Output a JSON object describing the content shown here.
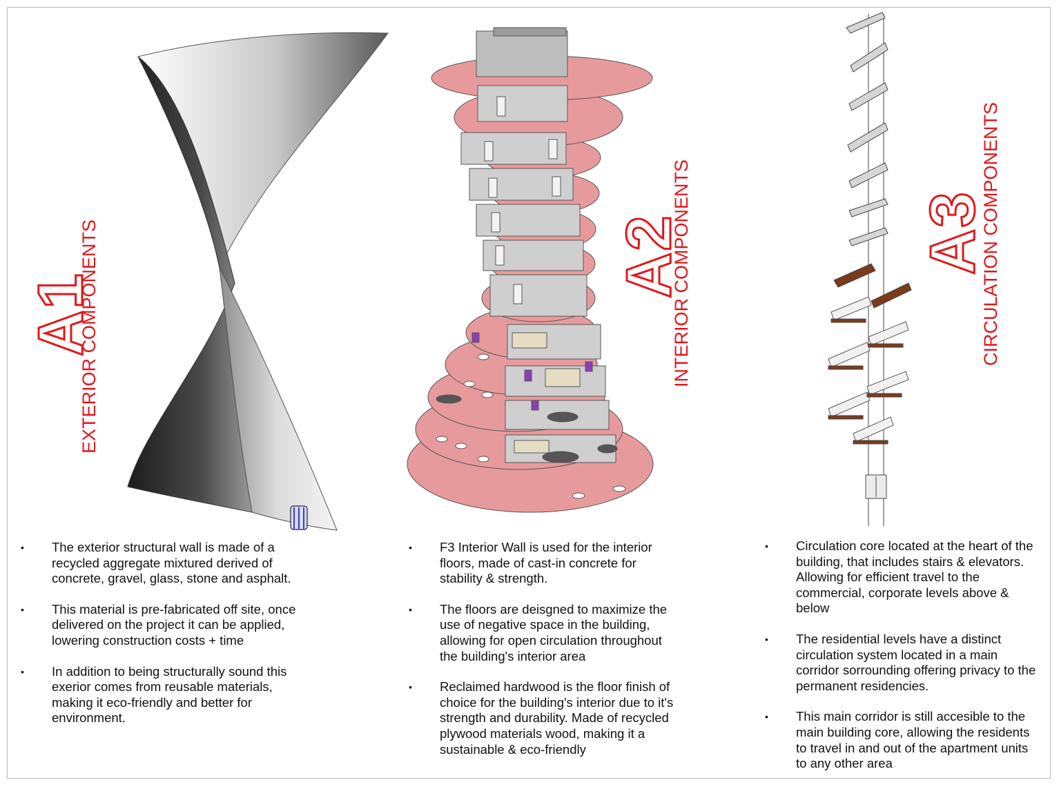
{
  "sections": [
    {
      "code": "A1",
      "title": "EXTERIOR COMPONENTS",
      "bullets": [
        "The exterior structural wall is made of a recycled aggregate mixtured derived of concrete, gravel, glass, stone and asphalt.",
        "This material is pre-fabricated off site, once delivered on the project it can be applied, lowering  construction costs + time",
        "In addition to being structurally sound this exerior comes from reusable materials, making it eco-friendly and better for environment."
      ]
    },
    {
      "code": "A2",
      "title": "INTERIOR COMPONENTS",
      "bullets": [
        "F3 Interior Wall is used for the interior floors, made of cast-in concrete for stability & strength.",
        "The floors are deisgned to maximize the use of negative space in the building, allowing for open circulation throughout the building's interior area",
        "Reclaimed hardwood is the floor finish of choice for the building's interior due to it's strength and durability. Made of recycled plywood materials wood, making it a sustainable & eco-friendly"
      ]
    },
    {
      "code": "A3",
      "title": "CIRCULATION COMPONENTS",
      "bullets": [
        "Circulation core located at the heart of the building, that includes stairs & elevators. Allowing for efficient travel to the commercial, corporate levels above & below",
        "The residential levels have a distinct circulation system located in a main corridor sorrounding offering privacy to the permanent residencies.",
        "This main corridor is still accesible to the main building core, allowing the residents to travel in and out of the apartment units to any other area"
      ]
    }
  ],
  "colors": {
    "accent": "#e0171c",
    "floor_pink": "#e79a9c",
    "wall_gray": "#cfcfcf",
    "stair_wood": "#7a3b1c"
  }
}
